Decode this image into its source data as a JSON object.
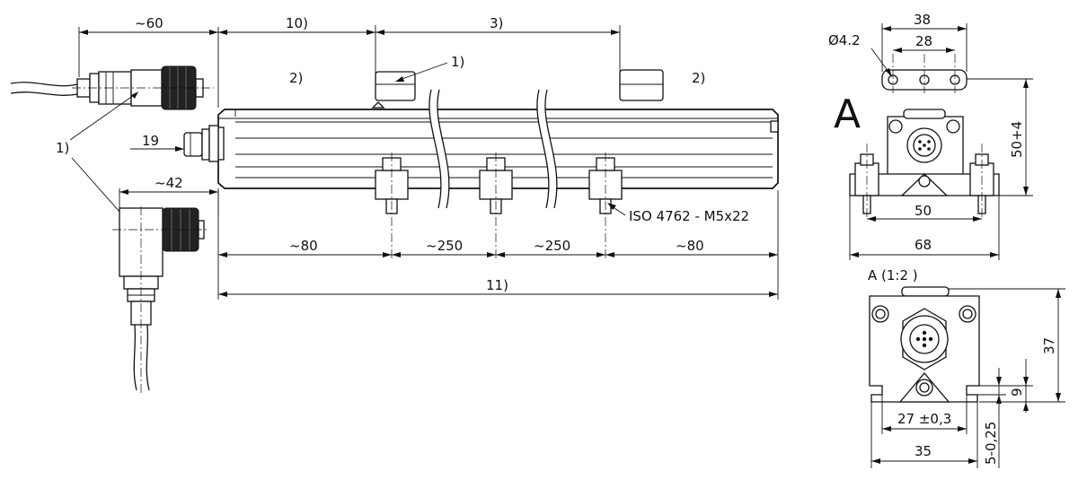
{
  "dimensions": {
    "connector_straight_length": "~60",
    "offset_10": "10)",
    "offset_3": "3)",
    "note_2_left": "2)",
    "note_2_right": "2)",
    "note_1_magnet": "1)",
    "note_1_cable": "1)",
    "fitting_19": "19",
    "connector_angled_length": "~42",
    "screw_spec": "ISO 4762 - M5x22",
    "spacing_80_left": "~80",
    "spacing_250_a": "~250",
    "spacing_250_b": "~250",
    "spacing_80_right": "~80",
    "overall_length": "11)"
  },
  "view_a": {
    "label": "A",
    "hole_diameter": "Ø4.2",
    "bracket_width_38": "38",
    "hole_pitch_28": "28",
    "height_50_4": "50+4",
    "screw_pitch_50": "50",
    "width_68": "68"
  },
  "detail_a": {
    "label": "A (1:2  )",
    "height_37": "37",
    "dim_9": "9",
    "width_27": "27 ±0,3",
    "width_35": "35",
    "dim_5": "5-0,25"
  }
}
